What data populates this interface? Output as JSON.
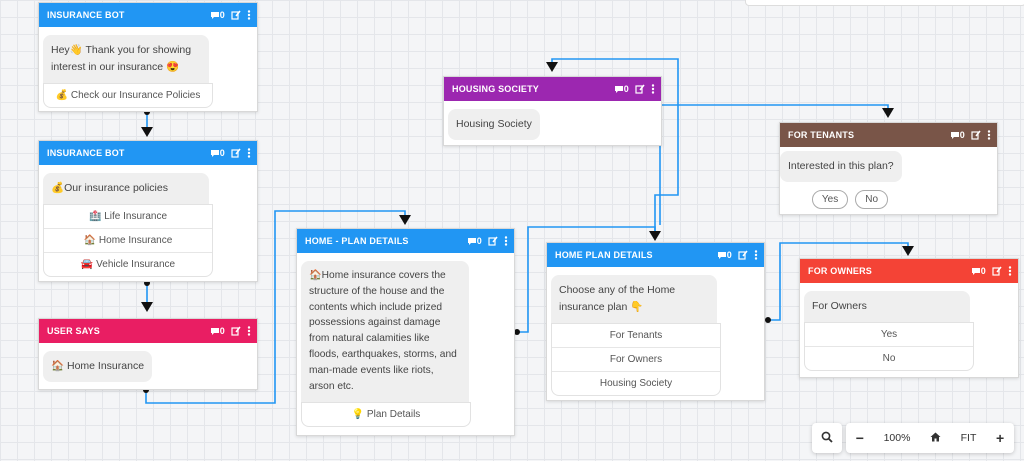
{
  "colors": {
    "blue": "#2196f3",
    "purple": "#9c27b0",
    "brown": "#795548",
    "pink": "#e91e63",
    "red": "#f44336",
    "edge": "#2196f3"
  },
  "icons": {
    "count": "comment-icon",
    "edit": "edit-icon",
    "menu": "more-vertical-icon"
  },
  "nodes": {
    "insurance_bot_1": {
      "title": "INSURANCE BOT",
      "count": "0",
      "message": "Hey👋 Thank you for showing interest in our insurance 😍",
      "option": "💰 Check our Insurance Policies"
    },
    "insurance_bot_2": {
      "title": "INSURANCE BOT",
      "count": "0",
      "message": "💰Our insurance policies",
      "options": [
        "🏥 Life Insurance",
        "🏠 Home Insurance",
        "🚘 Vehicle Insurance"
      ]
    },
    "user_says": {
      "title": "USER SAYS",
      "count": "0",
      "message": "🏠 Home Insurance"
    },
    "home_plan_details_1": {
      "title": "HOME - PLAN DETAILS",
      "count": "0",
      "message": "🏠Home insurance covers the structure of the house and the contents which include prized possessions against damage from natural calamities like floods, earthquakes, storms, and man-made events like riots, arson etc.",
      "option": "💡 Plan Details"
    },
    "housing_society": {
      "title": "HOUSING SOCIETY",
      "count": "0",
      "message": "Housing Society"
    },
    "home_plan_details_2": {
      "title": "HOME PLAN DETAILS",
      "count": "0",
      "message": "Choose any of the Home insurance plan 👇",
      "options": [
        "For Tenants",
        "For Owners",
        "Housing Society"
      ]
    },
    "for_tenants": {
      "title": "FOR TENANTS",
      "count": "0",
      "message": "Interested in this plan?",
      "buttons": [
        "Yes",
        "No"
      ]
    },
    "for_owners": {
      "title": "FOR OWNERS",
      "count": "0",
      "message": "For Owners",
      "options": [
        "Yes",
        "No"
      ]
    }
  },
  "zoom": {
    "level": "100%",
    "fit": "FIT",
    "minus": "−",
    "plus": "+"
  }
}
